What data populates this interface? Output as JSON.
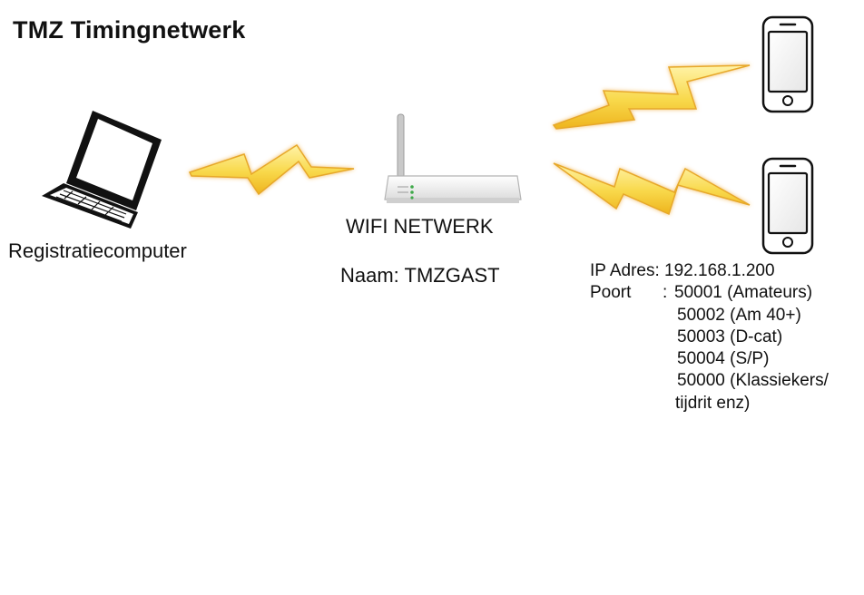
{
  "title": "TMZ Timingnetwerk",
  "laptop": {
    "label": "Registratiecomputer",
    "icon": "laptop-icon"
  },
  "router": {
    "label": "WIFI NETWERK",
    "name_line": "Naam: TMZGAST",
    "icon": "wifi-router-icon"
  },
  "phones": [
    {
      "icon": "smartphone-icon"
    },
    {
      "icon": "smartphone-icon"
    }
  ],
  "connections": [
    {
      "icon": "lightning-bolt-icon",
      "color": "#f4d23c"
    },
    {
      "icon": "lightning-bolt-icon",
      "color": "#f4d23c"
    },
    {
      "icon": "lightning-bolt-icon",
      "color": "#f4d23c"
    }
  ],
  "connection_info": {
    "ip_label": "IP Adres:",
    "ip_value": "192.168.1.200",
    "port_label": "Poort",
    "port_separator": ":",
    "ports": [
      "50001 (Amateurs)",
      "50002 (Am 40+)",
      "50003 (D-cat)",
      "50004 (S/P)",
      "50000 (Klassiekers/"
    ],
    "ports_continuation": "tijdrit enz)"
  }
}
